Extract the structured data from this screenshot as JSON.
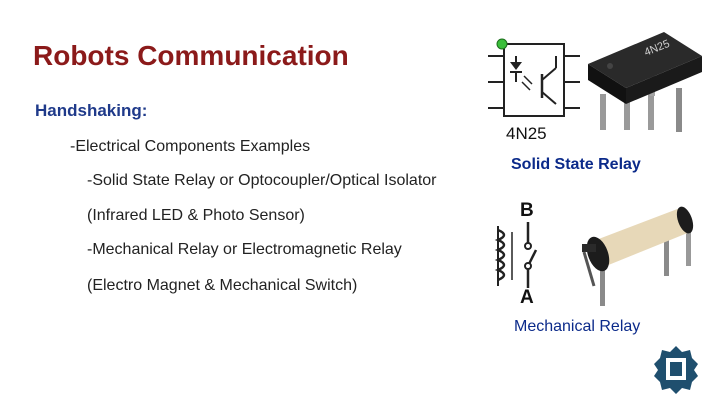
{
  "slide": {
    "title": "Robots Communication",
    "subtitle": "Handshaking:",
    "lines": [
      "-Electrical Components Examples",
      "-Solid State Relay or Optocoupler/Optical Isolator",
      "(Infrared LED & Photo Sensor)",
      "-Mechanical Relay or Electromagnetic Relay",
      "(Electro Magnet & Mechanical Switch)"
    ]
  },
  "ssr": {
    "part_number": "4N25",
    "caption": "Solid State Relay",
    "chip_marking": "4N25"
  },
  "relay": {
    "terminal_top": "B",
    "terminal_bottom": "A",
    "caption": "Mechanical Relay"
  },
  "colors": {
    "title": "#8b1a1a",
    "subtitle": "#1f3a8a",
    "caption": "#0b2a8a"
  },
  "icons": {
    "logo": "gear-shield-logo-icon"
  }
}
